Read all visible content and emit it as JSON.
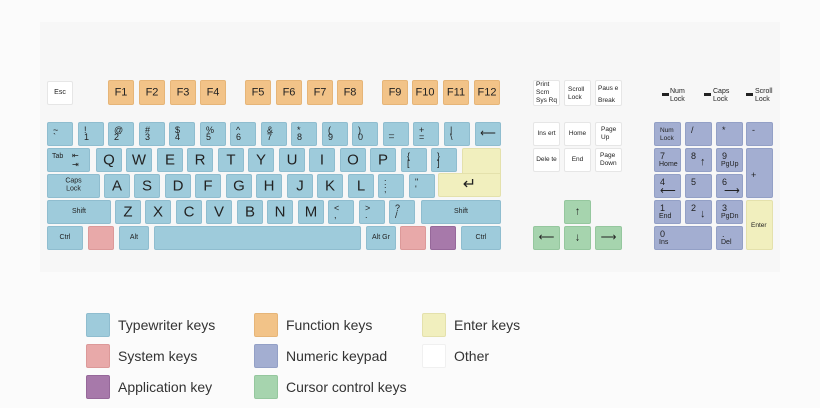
{
  "colors": {
    "typewriter": "#9ecbdb",
    "function": "#f2c388",
    "system": "#e8a9a9",
    "application": "#a779aa",
    "numeric": "#a3aed1",
    "cursor": "#a6d4ae",
    "enter": "#f1efbe",
    "other": "#ffffff"
  },
  "keyboard": {
    "esc": "Esc",
    "function_keys": [
      "F1",
      "F2",
      "F3",
      "F4",
      "F5",
      "F6",
      "F7",
      "F8",
      "F9",
      "F10",
      "F11",
      "F12"
    ],
    "number_row": [
      {
        "top": "~",
        "bottom": "`"
      },
      {
        "top": "!",
        "bottom": "1"
      },
      {
        "top": "@",
        "bottom": "2"
      },
      {
        "top": "#",
        "bottom": "3"
      },
      {
        "top": "$",
        "bottom": "4"
      },
      {
        "top": "%",
        "bottom": "5"
      },
      {
        "top": "^",
        "bottom": "6"
      },
      {
        "top": "&",
        "bottom": "7"
      },
      {
        "top": "*",
        "bottom": "8"
      },
      {
        "top": "(",
        "bottom": "9"
      },
      {
        "top": ")",
        "bottom": "0"
      },
      {
        "top": "_",
        "bottom": "–"
      },
      {
        "top": "+",
        "bottom": "="
      },
      {
        "top": "|",
        "bottom": "\\"
      }
    ],
    "backspace_arrow": "⟵",
    "tab": "Tab",
    "tab_arrows": "⇤\n⇥",
    "qwerty_row": [
      "Q",
      "W",
      "E",
      "R",
      "T",
      "Y",
      "U",
      "I",
      "O",
      "P"
    ],
    "bracket_keys": [
      {
        "top": "{",
        "bottom": "["
      },
      {
        "top": "}",
        "bottom": "]"
      }
    ],
    "caps_lock": "Caps\nLock",
    "home_row": [
      "A",
      "S",
      "D",
      "F",
      "G",
      "H",
      "J",
      "K",
      "L"
    ],
    "home_punct": [
      {
        "top": ":",
        "bottom": ";"
      },
      {
        "top": "\"",
        "bottom": "'"
      }
    ],
    "enter_arrow": "↵",
    "shift": "Shift",
    "bottom_row": [
      "Z",
      "X",
      "C",
      "V",
      "B",
      "N",
      "M"
    ],
    "bottom_punct": [
      {
        "top": "<",
        "bottom": ","
      },
      {
        "top": ">",
        "bottom": "."
      },
      {
        "top": "?",
        "bottom": "/"
      }
    ],
    "ctrl": "Ctrl",
    "alt": "Alt",
    "alt_gr": "Alt Gr",
    "print_screen": "Print\nScrn\nSys Rq",
    "scroll_lock": "Scroll\nLock",
    "pause": "Paus e\nBreak",
    "insert": "Ins ert",
    "home": "Home",
    "page_up": "Page\nUp",
    "delete": "Dele te",
    "end": "End",
    "page_down": "Page\nDown",
    "arrow_up": "↑",
    "arrow_left": "⟵",
    "arrow_down": "↓",
    "arrow_right": "⟶",
    "indicators": [
      "Num\nLock",
      "Caps\nLock",
      "Scroll\nLock"
    ],
    "numpad": {
      "num_lock": "Num\nLock",
      "divide": "/",
      "multiply": "*",
      "minus": "-",
      "plus": "+",
      "enter": "Enter",
      "n7": {
        "top": "7",
        "bottom": "Home"
      },
      "n8": {
        "top": "8",
        "mid": "↑"
      },
      "n9": {
        "top": "9",
        "bottom": "PgUp"
      },
      "n4": {
        "top": "4",
        "mid": "⟵"
      },
      "n5": {
        "top": "5"
      },
      "n6": {
        "top": "6",
        "mid": "⟶"
      },
      "n1": {
        "top": "1",
        "bottom": "End"
      },
      "n2": {
        "top": "2",
        "mid": "↓"
      },
      "n3": {
        "top": "3",
        "bottom": "PgDn"
      },
      "n0": {
        "top": "0",
        "bottom": "Ins"
      },
      "dot": {
        "top": ".",
        "bottom": "Del"
      }
    }
  },
  "legend": [
    {
      "label": "Typewriter keys",
      "color": "#9ecbdb"
    },
    {
      "label": "Function keys",
      "color": "#f2c388"
    },
    {
      "label": "Enter keys",
      "color": "#f1efbe"
    },
    {
      "label": "System keys",
      "color": "#e8a9a9"
    },
    {
      "label": "Numeric keypad",
      "color": "#a3aed1"
    },
    {
      "label": "Other",
      "color": "#ffffff"
    },
    {
      "label": "Application key",
      "color": "#a779aa"
    },
    {
      "label": "Cursor control keys",
      "color": "#a6d4ae"
    }
  ]
}
